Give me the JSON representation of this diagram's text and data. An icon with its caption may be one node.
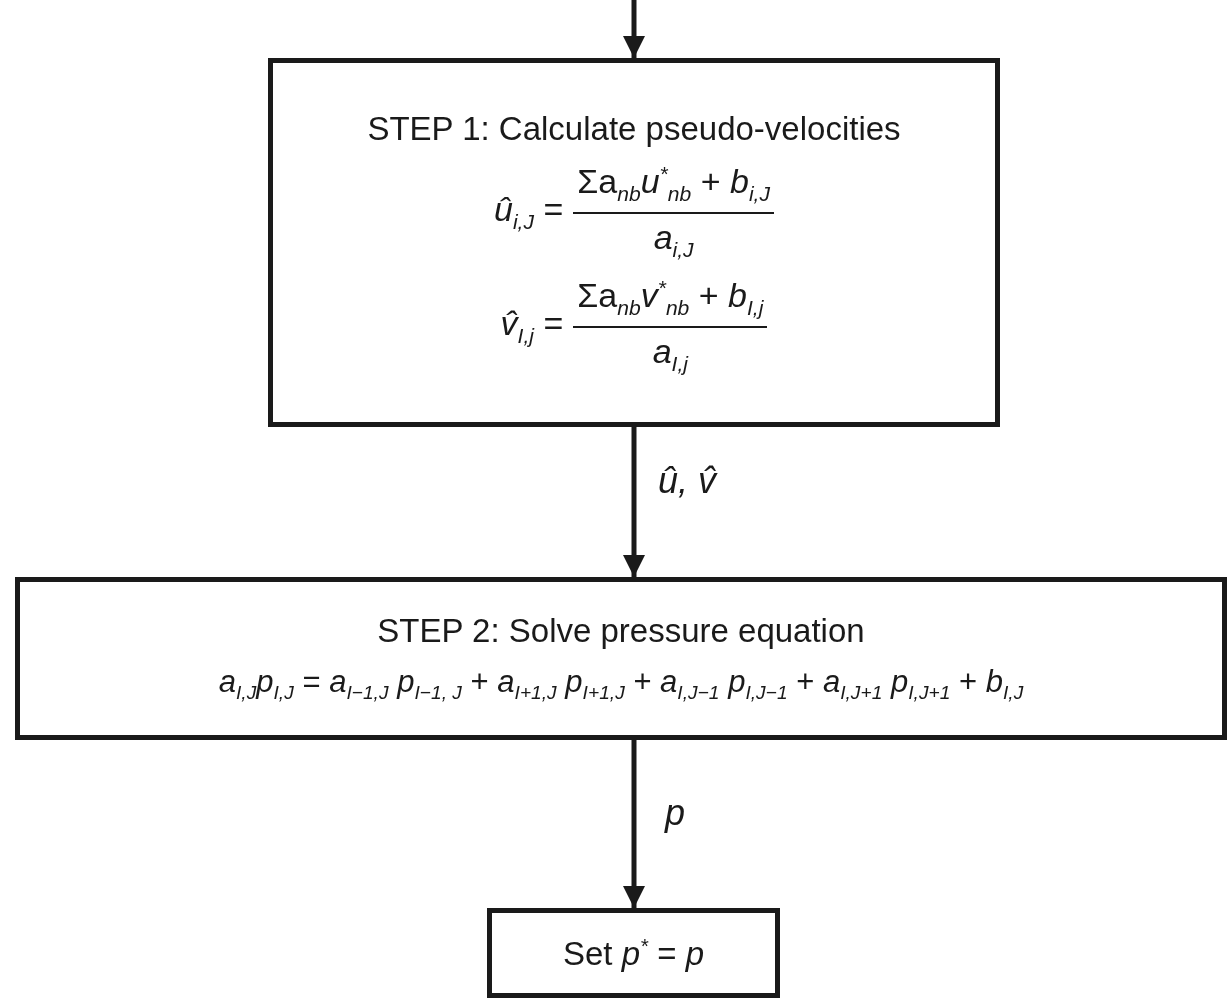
{
  "diagram": {
    "nodes": [
      {
        "text": [
          "STEP 1: Calculate pseudo-velocities",
          "*û*$_{i,J}$ =",
          "Σa$_{nb}$*u*$^{*}$$_{nb}$ + *b*$_{i,J}$",
          "*a*$_{i,J}$",
          "*v̂*$_{I,j}$ =",
          "Σa$_{nb}$*v*$^{*}$$_{nb}$ + *b*$_{I,j}$",
          "*a*$_{I,j}$"
        ]
      },
      {
        "text": [
          "STEP 2: Solve pressure equation",
          "*a*$_{I,J}$*p*$_{I,J}$ = *a*$_{I−1,J}$ *p*$_{I−1, J}$ + *a*$_{I+1,J}$ *p*$_{I+1,J}$ + *a*$_{I,J−1}$ *p*$_{I,J−1}$ + *a*$_{I,J+1}$ *p*$_{I,J+1}$ + *b*$_{I,J}$"
        ]
      },
      {
        "text": [
          "Set *p*$^{*}$ = *p*"
        ]
      }
    ],
    "edges": [
      {
        "from": null,
        "to": 0,
        "arrow": "to"
      },
      {
        "from": 0,
        "to": 1,
        "arrow": "to",
        "label": "û, v̂"
      },
      {
        "from": 1,
        "to": 2,
        "arrow": "to",
        "label": "p"
      }
    ]
  }
}
